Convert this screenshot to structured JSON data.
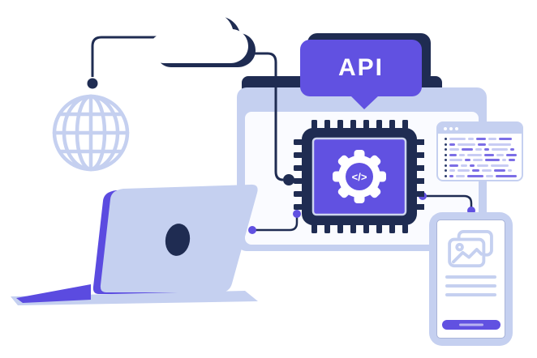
{
  "illustration": {
    "bubble_label": "API",
    "code_symbol": "</>"
  },
  "colors": {
    "purple": "#6151E1",
    "purpleDeep": "#5B4BE0",
    "navy": "#1F2C52",
    "periwinkle": "#C5D0F0",
    "panel": "#FAFBFF",
    "white": "#FFFFFF",
    "codePurple": "#7C6EE6",
    "codeLight": "#C8CCF4",
    "codeTick": "#2F3F6E",
    "screenEdge": "#A9B4D8",
    "buttonBar": "#B9B2F2"
  },
  "icons": {
    "cloud-icon": "cloud",
    "globe-icon": "wireframe globe",
    "chip-icon": "processor with pins",
    "gear-icon": "gear",
    "code-icon": "</>",
    "image-placeholder-icon": "stacked photos with mountain and sun",
    "window-dots-icon": "three window control dots",
    "laptop-icon": "laptop rear view with logo"
  },
  "code_card": {
    "rows": [
      [
        [
          "t",
          3
        ],
        [
          "l",
          20
        ],
        [
          "l",
          7
        ],
        [
          "p",
          12
        ],
        [
          "l",
          10
        ],
        [
          "p",
          16
        ]
      ],
      [
        [
          "t",
          3
        ],
        [
          "p",
          7
        ],
        [
          "l",
          22
        ],
        [
          "p",
          10
        ],
        [
          "l",
          28
        ]
      ],
      [
        [
          "t",
          3
        ],
        [
          "l",
          12
        ],
        [
          "p",
          14
        ],
        [
          "l",
          8
        ],
        [
          "p",
          6
        ],
        [
          "l",
          20
        ],
        [
          "p",
          5
        ]
      ],
      [
        [
          "t",
          3
        ],
        [
          "p",
          9
        ],
        [
          "l",
          7
        ],
        [
          "l",
          18
        ],
        [
          "p",
          12
        ],
        [
          "l",
          9
        ],
        [
          "p",
          13
        ]
      ],
      [
        [
          "t",
          3
        ],
        [
          "l",
          16
        ],
        [
          "p",
          7
        ],
        [
          "l",
          12
        ],
        [
          "p",
          18
        ],
        [
          "l",
          5
        ],
        [
          "p",
          8
        ]
      ],
      [
        [
          "t",
          3
        ],
        [
          "p",
          11
        ],
        [
          "l",
          8
        ],
        [
          "p",
          6
        ],
        [
          "l",
          14
        ],
        [
          "l",
          22
        ]
      ],
      [
        [
          "t",
          3
        ],
        [
          "l",
          7
        ],
        [
          "l",
          15
        ],
        [
          "p",
          9
        ],
        [
          "l",
          12
        ],
        [
          "p",
          14
        ],
        [
          "l",
          5
        ]
      ],
      [
        [
          "t",
          3
        ],
        [
          "p",
          5
        ],
        [
          "l",
          11
        ],
        [
          "p",
          20
        ],
        [
          "l",
          9
        ],
        [
          "p",
          26
        ]
      ]
    ]
  },
  "phone": {
    "line_widths": [
      63,
      63,
      63
    ]
  }
}
